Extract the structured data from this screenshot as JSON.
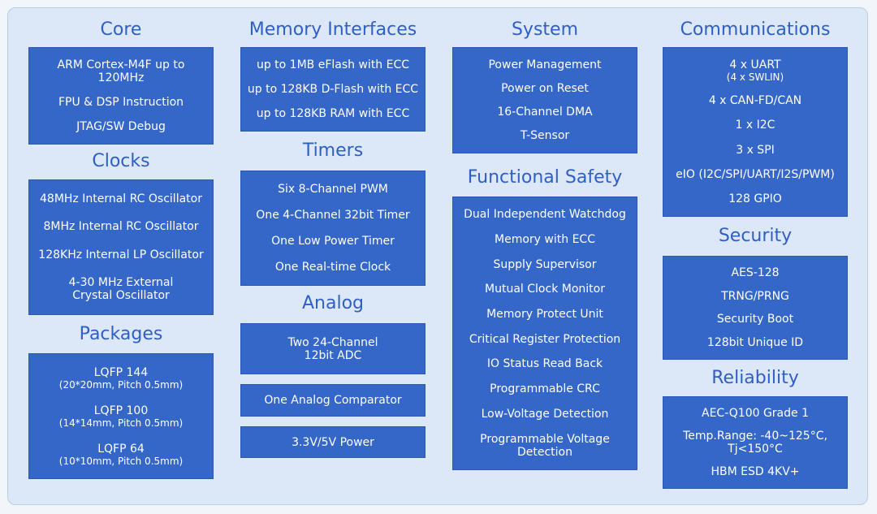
{
  "sections": {
    "core": {
      "title": "Core",
      "items": [
        "ARM Cortex-M4F up to\n120MHz",
        "FPU & DSP Instruction",
        "JTAG/SW Debug"
      ]
    },
    "clocks": {
      "title": "Clocks",
      "items": [
        "48MHz Internal RC Oscillator",
        "8MHz Internal RC Oscillator",
        "128KHz Internal LP Oscillator",
        "4-30 MHz External\nCrystal Oscillator"
      ]
    },
    "packages": {
      "title": "Packages",
      "items": [
        {
          "name": "LQFP 144",
          "detail": "(20*20mm, Pitch 0.5mm)"
        },
        {
          "name": "LQFP 100",
          "detail": "(14*14mm, Pitch 0.5mm)"
        },
        {
          "name": "LQFP 64",
          "detail": "(10*10mm, Pitch 0.5mm)"
        }
      ]
    },
    "memory": {
      "title": "Memory Interfaces",
      "items": [
        "up to 1MB eFlash  with ECC",
        "up to 128KB D-Flash with ECC",
        "up to 128KB RAM with ECC"
      ]
    },
    "timers": {
      "title": "Timers",
      "items": [
        "Six 8-Channel PWM",
        "One 4-Channel 32bit Timer",
        "One Low Power Timer",
        "One Real-time Clock"
      ]
    },
    "analog": {
      "title": "Analog",
      "items": [
        "Two 24-Channel\n12bit ADC",
        "One Analog Comparator",
        "3.3V/5V Power"
      ]
    },
    "system": {
      "title": "System",
      "items": [
        "Power Management",
        "Power on Reset",
        "16-Channel DMA",
        "T-Sensor"
      ]
    },
    "safety": {
      "title": "Functional Safety",
      "items": [
        "Dual Independent Watchdog",
        "Memory with ECC",
        "Supply Supervisor",
        "Mutual Clock Monitor",
        "Memory Protect Unit",
        "Critical Register Protection",
        "IO Status Read Back",
        "Programmable CRC",
        "Low-Voltage Detection",
        "Programmable Voltage\nDetection"
      ]
    },
    "comms": {
      "title": "Communications",
      "items": [
        {
          "name": "4 x UART",
          "detail": "(4 x SWLIN)"
        },
        {
          "name": "4 x CAN-FD/CAN",
          "detail": ""
        },
        {
          "name": "1 x I2C",
          "detail": ""
        },
        {
          "name": "3 x SPI",
          "detail": ""
        },
        {
          "name": "eIO (I2C/SPI/UART/I2S/PWM)",
          "detail": ""
        },
        {
          "name": "128 GPIO",
          "detail": ""
        }
      ]
    },
    "security": {
      "title": "Security",
      "items": [
        "AES-128",
        "TRNG/PRNG",
        "Security Boot",
        "128bit Unique ID"
      ]
    },
    "reliability": {
      "title": "Reliability",
      "items": [
        "AEC-Q100 Grade 1",
        "Temp.Range: -40~125°C,\nTj<150°C",
        "HBM ESD  4KV+"
      ]
    }
  },
  "colors": {
    "box": "#3567c9",
    "heading": "#2f5fc4",
    "panel": "#dce8f7"
  }
}
